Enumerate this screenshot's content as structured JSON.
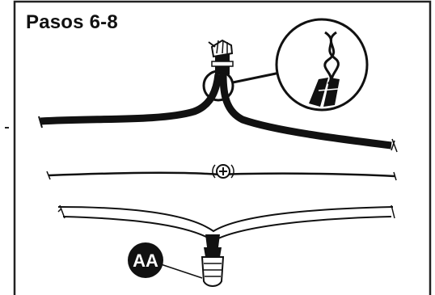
{
  "title": "Pasos 6-8",
  "callouts": [
    {
      "label": "AA"
    }
  ],
  "icons": [
    "zoom-detail-circle",
    "wire-twist-detail",
    "wire-nut-connector",
    "screw-head-icon"
  ]
}
